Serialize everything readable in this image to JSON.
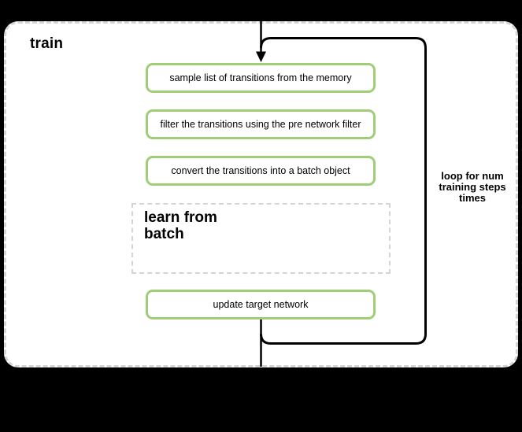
{
  "colors": {
    "background": "#000000",
    "container_fill": "#ffffff",
    "container_border": "#d5d5d5",
    "subprocess_border": "#d4d4d4",
    "step_border": "#a0cd78",
    "connector": "#000000",
    "text": "#000000"
  },
  "diagram": {
    "title": "train",
    "steps": [
      {
        "label": "sample list of transitions from the memory"
      },
      {
        "label": "filter the transitions using the pre network filter"
      },
      {
        "label": "convert the transitions into a batch object"
      }
    ],
    "subprocess": {
      "line1": "learn from",
      "line2": "batch"
    },
    "final_step": {
      "label": "update target network"
    },
    "loop_annotation": {
      "line1": "loop for num",
      "line2": "training steps",
      "line3": "times"
    }
  }
}
